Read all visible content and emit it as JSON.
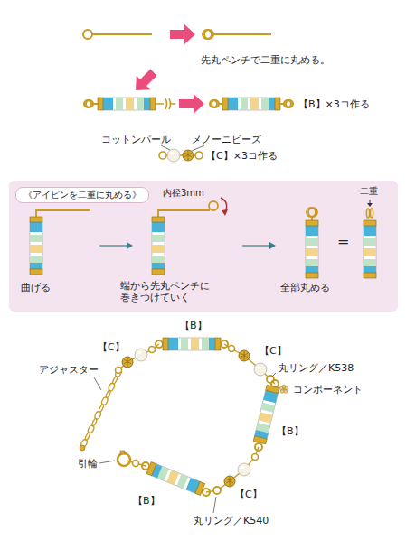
{
  "diagram": {
    "nodes": [
      {
        "text": [
          "内径3mm",
          "二重",
          "曲げる",
          "端から先丸ペンチに 巻きつけていく",
          "全部丸める",
          "="
        ]
      },
      {
        "text": [
          "《アイピンを二重に丸める》"
        ],
        "in": 0
      }
    ],
    "labels": [
      "先丸ペンチで二重に丸める。",
      "【B】×3コ作る",
      "コットンパール",
      "メノーニビーズ",
      "【C】×3コ作る",
      "【B】",
      "【C】",
      "【C】",
      "アジャスター",
      "丸リング／K538",
      "コンポーネント",
      "【B】",
      "引輪",
      "【B】",
      "【C】",
      "丸リング／K540"
    ]
  }
}
